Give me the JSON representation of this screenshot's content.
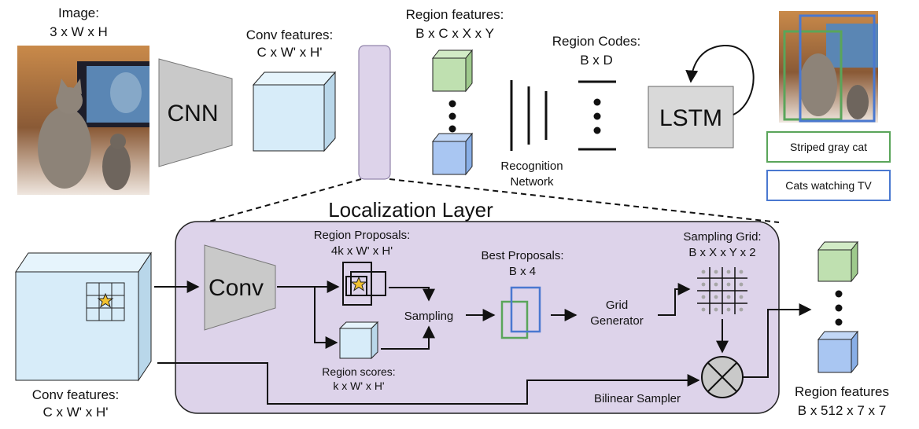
{
  "top": {
    "image_label": "Image:",
    "image_dims": "3 x W x H",
    "cnn_label": "CNN",
    "conv_label": "Conv features:",
    "conv_dims": "C x W' x H'",
    "region_label": "Region features:",
    "region_dims": "B x C x X x Y",
    "recognition_line1": "Recognition",
    "recognition_line2": "Network",
    "codes_label": "Region Codes:",
    "codes_dims": "B x D",
    "lstm_label": "LSTM"
  },
  "captions": [
    {
      "text": "Striped gray cat",
      "color": "#5aa55a"
    },
    {
      "text": "Cats watching TV",
      "color": "#4a78d0"
    }
  ],
  "localization": {
    "title": "Localization Layer",
    "conv_label": "Conv",
    "proposals_label": "Region Proposals:",
    "proposals_dims": "4k x W' x H'",
    "scores_label": "Region scores:",
    "scores_dims": "k x W' x H'",
    "sampling_label": "Sampling",
    "best_label": "Best Proposals:",
    "best_dims": "B x 4",
    "grid_gen_line1": "Grid",
    "grid_gen_line2": "Generator",
    "grid_label": "Sampling Grid:",
    "grid_dims": "B x X x Y x 2",
    "bilinear_label": "Bilinear Sampler"
  },
  "bottom": {
    "conv_label": "Conv features:",
    "conv_dims": "C x W' x H'",
    "region_label": "Region features",
    "region_dims": "B x 512 x 7 x 7"
  },
  "colors": {
    "green": "#5aa55a",
    "blue": "#4a78d0",
    "purple_panel": "#ddd3ea",
    "cube_blue": "#d7ecf9"
  }
}
